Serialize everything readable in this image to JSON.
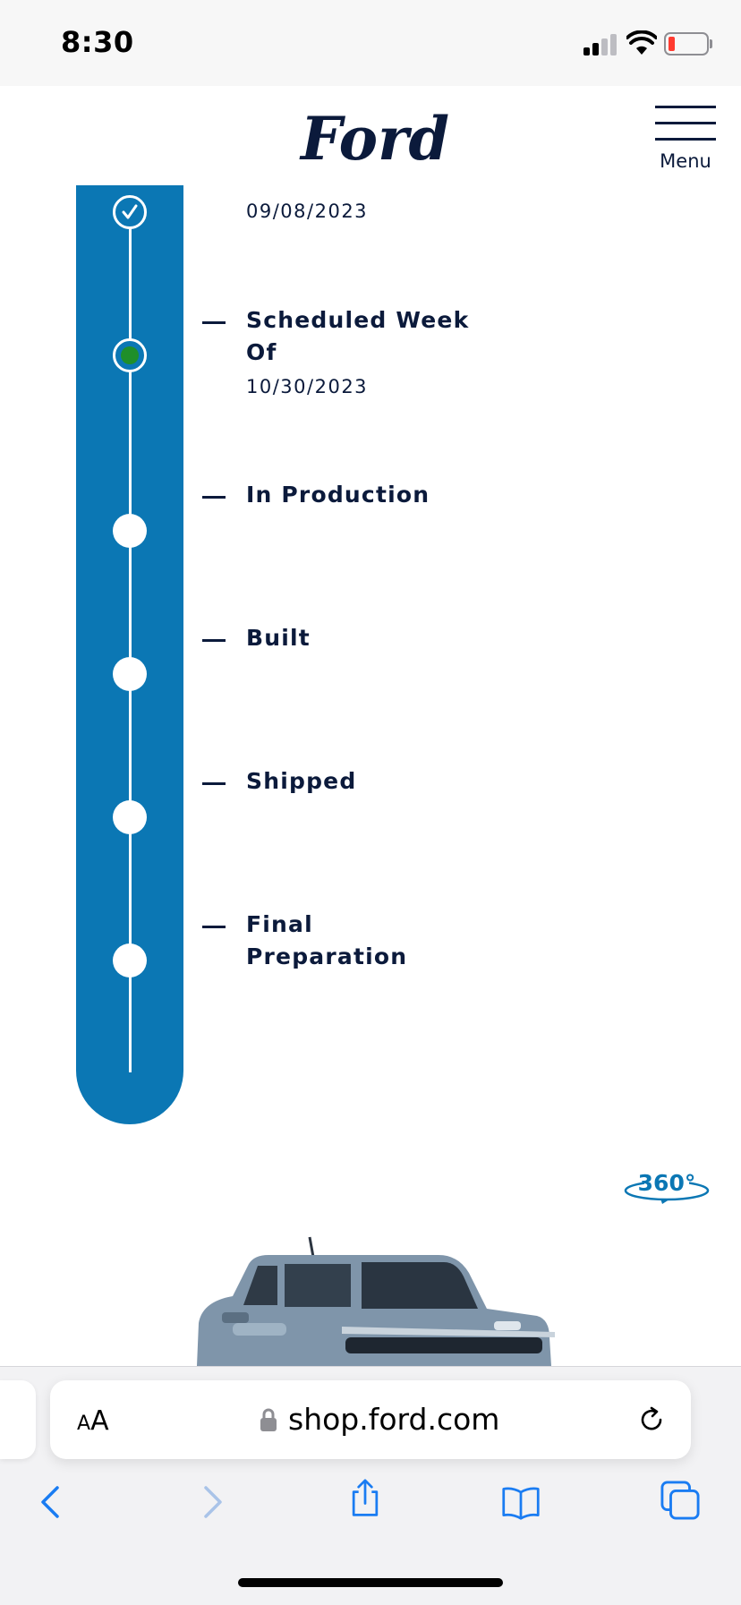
{
  "status_bar": {
    "time": "8:30"
  },
  "header": {
    "brand": "Ford",
    "menu_label": "Menu"
  },
  "timeline": {
    "completed_date": "09/08/2023",
    "steps": [
      {
        "label_line1": "Scheduled Week",
        "label_line2": "Of",
        "date": "10/30/2023",
        "state": "current"
      },
      {
        "label_line1": "In Production",
        "state": "pending"
      },
      {
        "label_line1": "Built",
        "state": "pending"
      },
      {
        "label_line1": "Shipped",
        "state": "pending"
      },
      {
        "label_line1": "Final",
        "label_line2": "Preparation",
        "state": "pending"
      }
    ]
  },
  "viewer": {
    "badge": "360°"
  },
  "browser": {
    "text_size_label_small": "A",
    "text_size_label_large": "A",
    "url": "shop.ford.com"
  },
  "colors": {
    "timeline_blue": "#0b77b4",
    "current_dot": "#1f8f2a",
    "ford_navy": "#0b1a3b",
    "ios_blue": "#1a7cf2"
  }
}
